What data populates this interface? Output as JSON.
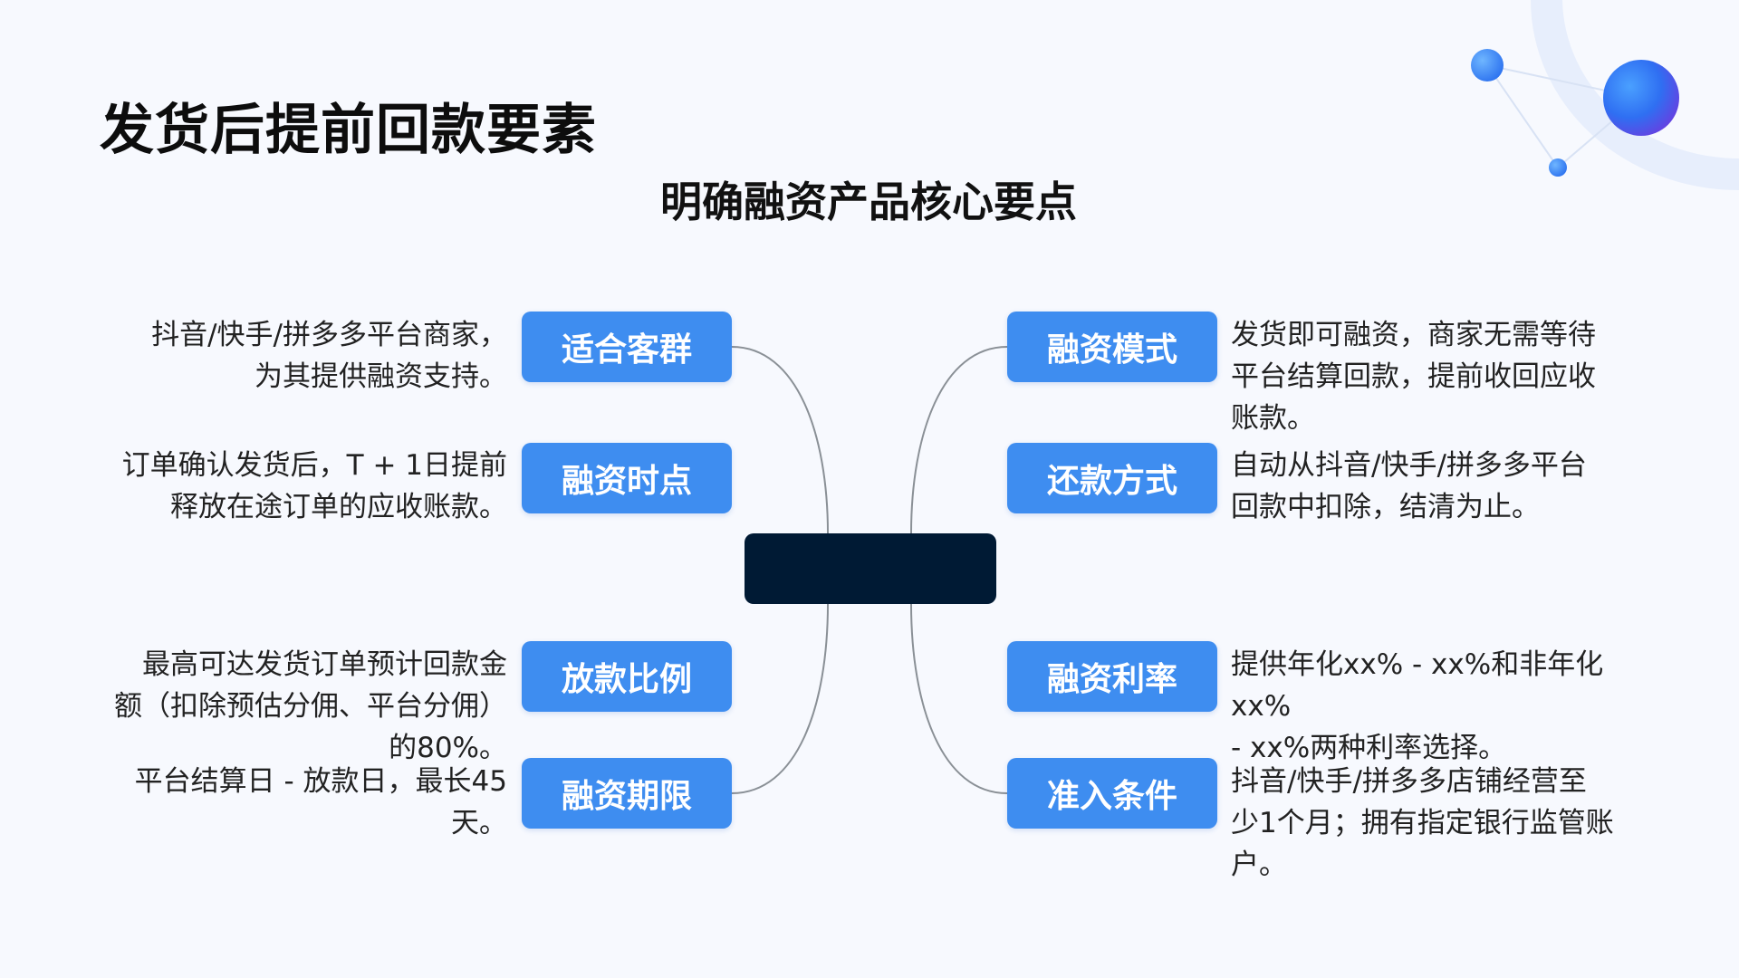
{
  "title": "发货后提前回款要素",
  "subtitle": "明确融资产品核心要点",
  "center": {
    "label": ""
  },
  "branches": [
    {
      "label": "适合客群",
      "desc": "抖音/快手/拼多多平台商家，\n为其提供融资支持。"
    },
    {
      "label": "融资时点",
      "desc": "订单确认发货后，T + 1日提前\n释放在途订单的应收账款。"
    },
    {
      "label": "放款比例",
      "desc": "最高可达发货订单预计回款金\n额（扣除预估分佣、平台分佣）\n的80%。"
    },
    {
      "label": "融资期限",
      "desc": "平台结算日 - 放款日，最长45\n天。"
    },
    {
      "label": "融资模式",
      "desc": "发货即可融资，商家无需等待\n平台结算回款，提前收回应收\n账款。"
    },
    {
      "label": "还款方式",
      "desc": "自动从抖音/快手/拼多多平台\n回款中扣除，结清为止。"
    },
    {
      "label": "融资利率",
      "desc": "提供年化xx% - xx%和非年化xx%\n- xx%两种利率选择。"
    },
    {
      "label": "准入条件",
      "desc": "抖音/快手/拼多多店铺经营至\n少1个月；拥有指定银行监管账\n户。"
    }
  ],
  "colors": {
    "node": "#3e8df0",
    "center": "#001a34",
    "link": "#8a9096",
    "accent": "#2c6cf0"
  },
  "icons": [
    "decorative-orbit-icon"
  ]
}
